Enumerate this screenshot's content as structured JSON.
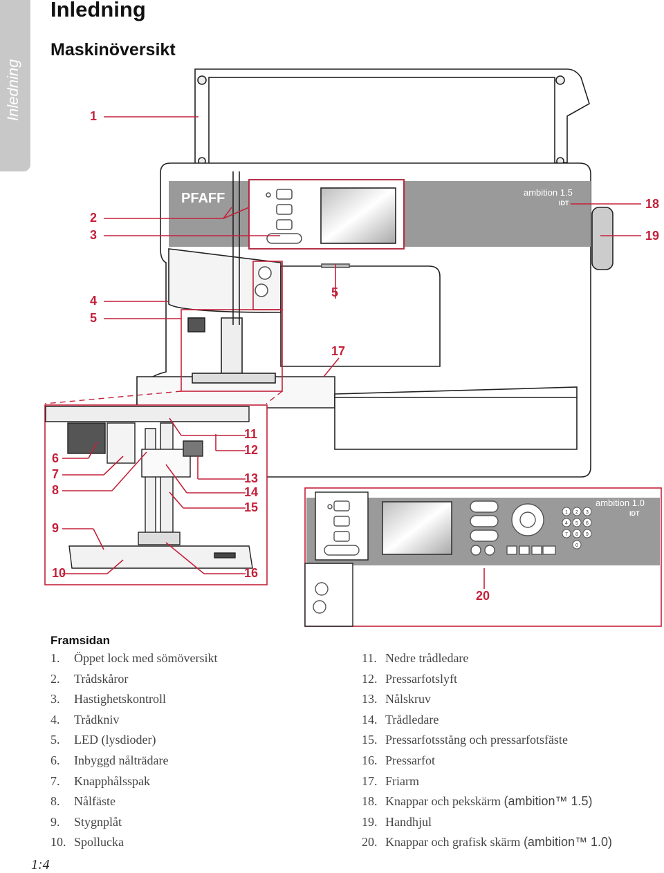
{
  "side_tab": "Inledning",
  "title": "Inledning",
  "subtitle": "Maskinöversikt",
  "brand": {
    "logo": "PFAFF",
    "model_top": "ambition 1.5",
    "model_bottom": "ambition 1.0",
    "badge": "IDT"
  },
  "keypad_digits": [
    "1",
    "2",
    "3",
    "4",
    "5",
    "6",
    "7",
    "8",
    "9",
    "0"
  ],
  "callouts": [
    "1",
    "2",
    "3",
    "4",
    "5",
    "5",
    "17",
    "18",
    "19",
    "6",
    "7",
    "8",
    "9",
    "10",
    "11",
    "12",
    "13",
    "14",
    "15",
    "16",
    "20"
  ],
  "section_heading": "Framsidan",
  "left_items": [
    {
      "num": "1.",
      "text": "Öppet lock med sömöversikt"
    },
    {
      "num": "2.",
      "text": "Trådskåror"
    },
    {
      "num": "3.",
      "text": "Hastighetskontroll"
    },
    {
      "num": "4.",
      "text": "Trådkniv"
    },
    {
      "num": "5.",
      "text": "LED (lysdioder)"
    },
    {
      "num": "6.",
      "text": "Inbyggd nålträdare"
    },
    {
      "num": "7.",
      "text": "Knapphålsspak"
    },
    {
      "num": "8.",
      "text": "Nålfäste"
    },
    {
      "num": "9.",
      "text": "Stygnplåt"
    },
    {
      "num": "10.",
      "text": "Spollucka"
    }
  ],
  "right_items": [
    {
      "num": "11.",
      "text": "Nedre trådledare"
    },
    {
      "num": "12.",
      "text": "Pressarfotslyft"
    },
    {
      "num": "13.",
      "text": "Nålskruv"
    },
    {
      "num": "14.",
      "text": "Trådledare"
    },
    {
      "num": "15.",
      "text": "Pressarfotsstång och pressarfotsfäste"
    },
    {
      "num": "16.",
      "text": "Pressarfot"
    },
    {
      "num": "17.",
      "text": "Friarm"
    },
    {
      "num": "18.",
      "text": "Knappar och pekskärm ",
      "model": "(ambition™ 1.5)"
    },
    {
      "num": "19.",
      "text": "Handhjul"
    },
    {
      "num": "20.",
      "text": "Knappar och grafisk skärm ",
      "model": "(ambition™ 1.0)"
    }
  ],
  "page_number": "1:4",
  "colors": {
    "accent": "#c4213a",
    "panel": "#9a9a9a",
    "tab": "#c8c8c8"
  }
}
